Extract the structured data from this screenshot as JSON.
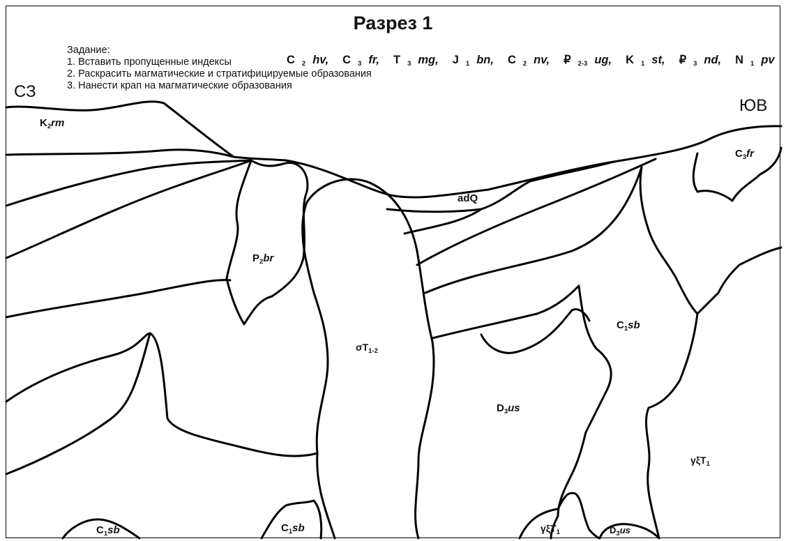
{
  "title": "Разрез 1",
  "task": {
    "heading": "Задание:",
    "item1": "1. Вставить пропущенные индексы",
    "item2": "2. Раскрасить магматические и стратифицируемые образования",
    "item3": "3. Нанести крап на магматические образования"
  },
  "missing_indices": [
    {
      "base": "C",
      "sub": "2",
      "tail": "hv,"
    },
    {
      "base": "C",
      "sub": "3",
      "tail": "fr,"
    },
    {
      "base": "T",
      "sub": "3",
      "tail": "mg,"
    },
    {
      "base": "J",
      "sub": "1",
      "tail": "bn,"
    },
    {
      "base": "C",
      "sub": "2",
      "tail": "nv,"
    },
    {
      "base": "₽",
      "sub": "2-3",
      "tail": "ug,"
    },
    {
      "base": "K",
      "sub": "1",
      "tail": "st,"
    },
    {
      "base": "₽",
      "sub": "3",
      "tail": "nd,"
    },
    {
      "base": "N",
      "sub": "1",
      "tail": "pv"
    }
  ],
  "directions": {
    "left": "СЗ",
    "right": "ЮВ"
  },
  "units": {
    "k2rm": {
      "base": "K",
      "sub": "2",
      "tail": "rm"
    },
    "c3fr": {
      "base": "C",
      "sub": "3",
      "tail": "fr"
    },
    "adq": {
      "base": "adQ",
      "sub": "",
      "tail": ""
    },
    "p2br": {
      "base": "P",
      "sub": "2",
      "tail": "br"
    },
    "sigma": {
      "base": "σT",
      "sub": "1-2",
      "tail": ""
    },
    "c1sb_r": {
      "base": "C",
      "sub": "1",
      "tail": "sb"
    },
    "d3us": {
      "base": "D",
      "sub": "3",
      "tail": "us"
    },
    "gx_big": {
      "base": "γξT",
      "sub": "1",
      "tail": ""
    },
    "gx_small": {
      "base": "γξT",
      "sub": "1",
      "tail": ""
    },
    "d3us_s": {
      "base": "D",
      "sub": "3",
      "tail": "us"
    },
    "c1sb_bl": {
      "base": "C",
      "sub": "1",
      "tail": "sb"
    },
    "c1sb_bm": {
      "base": "C",
      "sub": "1",
      "tail": "sb"
    }
  }
}
